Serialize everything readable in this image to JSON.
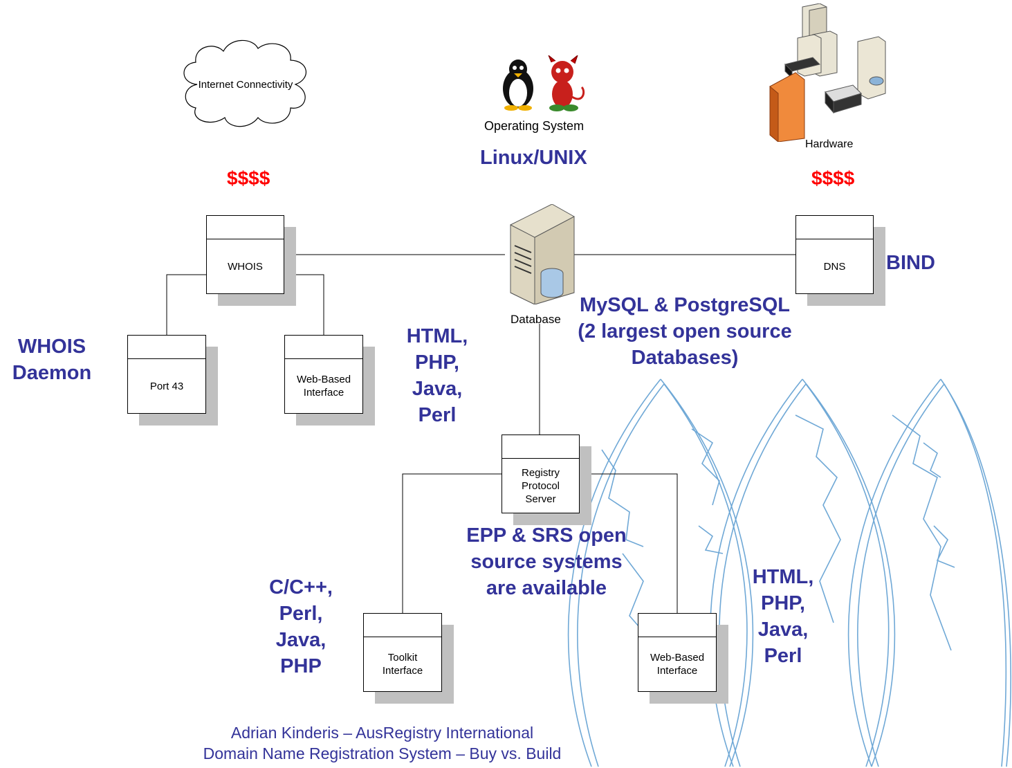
{
  "top": {
    "internet": "Internet Connectivity",
    "os_caption": "Operating System",
    "os_name": "Linux/UNIX",
    "hardware_caption": "Hardware",
    "cost_left": "$$$$",
    "cost_right": "$$$$"
  },
  "boxes": {
    "whois": "WHOIS",
    "dns": "DNS",
    "port43": "Port 43",
    "web_whois": "Web-Based\nInterface",
    "registry": "Registry\nProtocol\nServer",
    "toolkit": "Toolkit\nInterface",
    "web_registry": "Web-Based\nInterface"
  },
  "database_caption": "Database",
  "labels": {
    "bind": "BIND",
    "db_tech": "MySQL & PostgreSQL\n(2 largest open source\nDatabases)",
    "whois_daemon": "WHOIS\nDaemon",
    "whois_web_tech": "HTML,\nPHP,\nJava,\nPerl",
    "epp_srs": "EPP & SRS open\nsource systems\nare available",
    "toolkit_tech": "C/C++,\nPerl,\nJava,\nPHP",
    "registry_web_tech": "HTML,\nPHP,\nJava,\nPerl"
  },
  "footer": {
    "line1": "Adrian Kinderis – AusRegistry International",
    "line2": "Domain Name Registration System – Buy vs. Build"
  },
  "colors": {
    "accent": "#333399",
    "cost": "#ff0000",
    "watermark": "#6fa8d6"
  }
}
